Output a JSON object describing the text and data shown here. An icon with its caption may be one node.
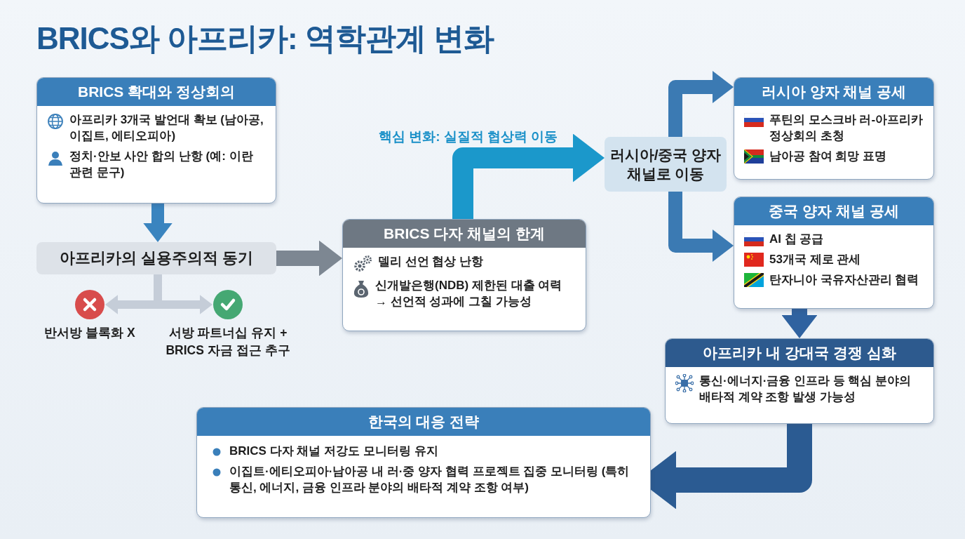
{
  "diagram": {
    "title": "BRICS와 아프리카: 역학관계 변화",
    "nodes": [
      {
        "text": [
          "BRICS 확대와 정상회의",
          "아프리카 3개국 발언대 확보 (남아공, 이집트, 에티오피아)",
          "정치·안보 사안 합의 난항 (예: 이란 관련 문구)"
        ]
      },
      {
        "text": [
          "아프리카의 실용주의적 동기"
        ]
      },
      {
        "text": [],
        "shape": "circle",
        "beside": [
          "반서방 블록화 X"
        ]
      },
      {
        "text": [],
        "shape": "circle",
        "beside": [
          "서방 파트너십 유지 + BRICS 자금 접근 추구"
        ]
      },
      {
        "text": [
          "BRICS 다자 채널의 한계",
          "델리 선언 협상 난항",
          "신개발은행(NDB) 제한된 대출 여력 → 선언적 성과에 그칠 가능성"
        ]
      },
      {
        "text": [
          "러시아/중국 양자 채널로 이동"
        ]
      },
      {
        "text": [
          "러시아 양자 채널 공세",
          "푸틴의 모스크바 러-아프리카 정상회의 초청",
          "남아공 참여 희망 표명"
        ]
      },
      {
        "text": [
          "중국 양자 채널 공세",
          "AI 칩 공급",
          "53개국 제로 관세",
          "탄자니아 국유자산관리 협력"
        ]
      },
      {
        "text": [
          "아프리카 내 강대국 경쟁 심화",
          "통신·에너지·금융 인프라 등 핵심 분야의 배타적 계약 조항 발생 가능성"
        ]
      },
      {
        "text": [
          "한국의 대응 전략",
          "BRICS 다자 채널 저강도 모니터링 유지",
          "이집트·에티오피아·남아공 내 러·중 양자 협력 프로젝트 집중 모니터링 (특히 통신, 에너지, 금융 인프라 분야의 배타적 계약 조항 여부)"
        ]
      }
    ],
    "edges": [
      {
        "from": 0,
        "to": 1,
        "arrow": "to",
        "color": "#3a84bf"
      },
      {
        "from": 1,
        "to": 2,
        "arrow": "to",
        "color": "#c5cdd8"
      },
      {
        "from": 1,
        "to": 3,
        "arrow": "to",
        "color": "#c5cdd8"
      },
      {
        "from": 1,
        "to": 4,
        "arrow": "to",
        "color": "#7d8792"
      },
      {
        "from": 4,
        "to": 5,
        "arrow": "to",
        "label": "핵심 변화: 실질적 협상력 이동",
        "color": "#1b98cb"
      },
      {
        "from": 5,
        "to": 6,
        "arrow": "to",
        "color": "#3b7ab3"
      },
      {
        "from": 5,
        "to": 7,
        "arrow": "to",
        "color": "#3b7ab3"
      },
      {
        "from": 7,
        "to": 8,
        "arrow": "to",
        "color": "#2f62a0"
      },
      {
        "from": 8,
        "to": 9,
        "arrow": "to",
        "style": "thick",
        "color": "#2b5b92"
      }
    ]
  }
}
